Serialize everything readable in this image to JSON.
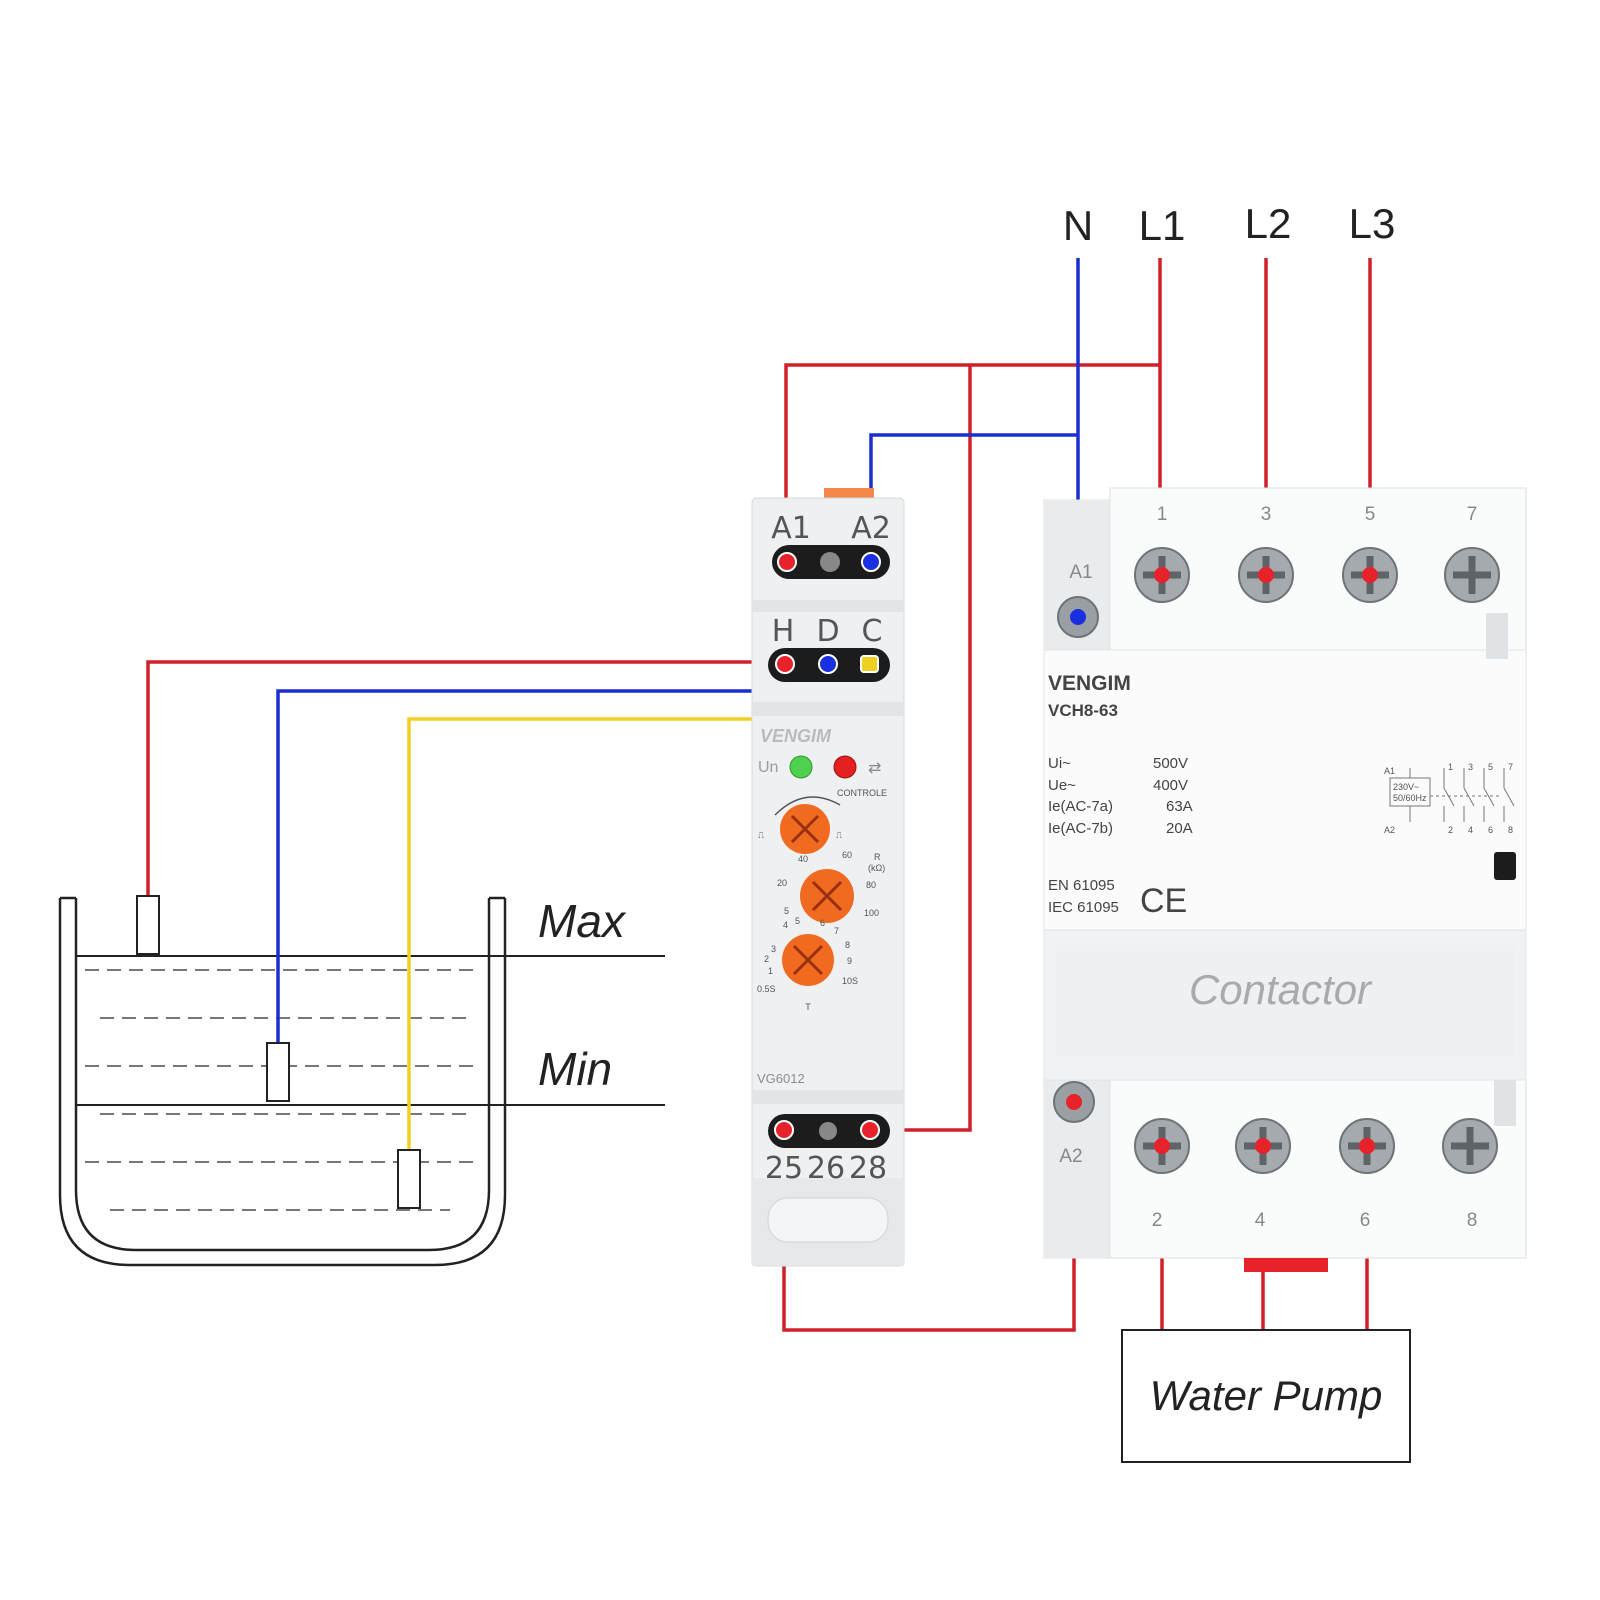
{
  "supply": {
    "n": "N",
    "l1": "L1",
    "l2": "L2",
    "l3": "L3"
  },
  "tank": {
    "max_label": "Max",
    "min_label": "Min"
  },
  "relay": {
    "brand": "VENGIM",
    "model": "VG6012",
    "power_terminals": [
      "A1",
      "A2"
    ],
    "probe_terminals": [
      "H",
      "D",
      "C"
    ],
    "output_terminals": [
      "25",
      "26",
      "28"
    ],
    "un_label": "Un",
    "controle_label": "CONTROLE",
    "r_label": "R",
    "r_unit": "(kΩ)",
    "t_label": "T",
    "r_scale": [
      "40",
      "60",
      "20",
      "80",
      "5",
      "100"
    ],
    "t_scale": [
      "0.5S",
      "1",
      "2",
      "3",
      "4",
      "5",
      "6",
      "7",
      "8",
      "9",
      "10S"
    ]
  },
  "contactor": {
    "brand": "VENGIM",
    "model": "VCH8-63",
    "name": "Contactor",
    "top_terminals": [
      "A1",
      "1",
      "3",
      "5",
      "7"
    ],
    "bottom_terminals": [
      "A2",
      "2",
      "4",
      "6",
      "8"
    ],
    "specs": [
      {
        "label": "Ui~",
        "value": "500V"
      },
      {
        "label": "Ue~",
        "value": "400V"
      },
      {
        "label": "Ie(AC-7a)",
        "value": "63A"
      },
      {
        "label": "Ie(AC-7b)",
        "value": "20A"
      }
    ],
    "standards": [
      "EN 61095",
      "IEC 61095"
    ],
    "ce_mark": "CE",
    "schematic_coil": [
      "A1",
      "A2"
    ],
    "schematic_voltage": [
      "230V~",
      "50/60Hz"
    ],
    "schematic_top": [
      "1",
      "3",
      "5",
      "7"
    ],
    "schematic_bottom": [
      "2",
      "4",
      "6",
      "8"
    ]
  },
  "load": {
    "label": "Water Pump"
  },
  "colors": {
    "live": "#d0202a",
    "neutral": "#1a2fd0",
    "probe_c": "#f0d020",
    "knob": "#f06a20"
  }
}
